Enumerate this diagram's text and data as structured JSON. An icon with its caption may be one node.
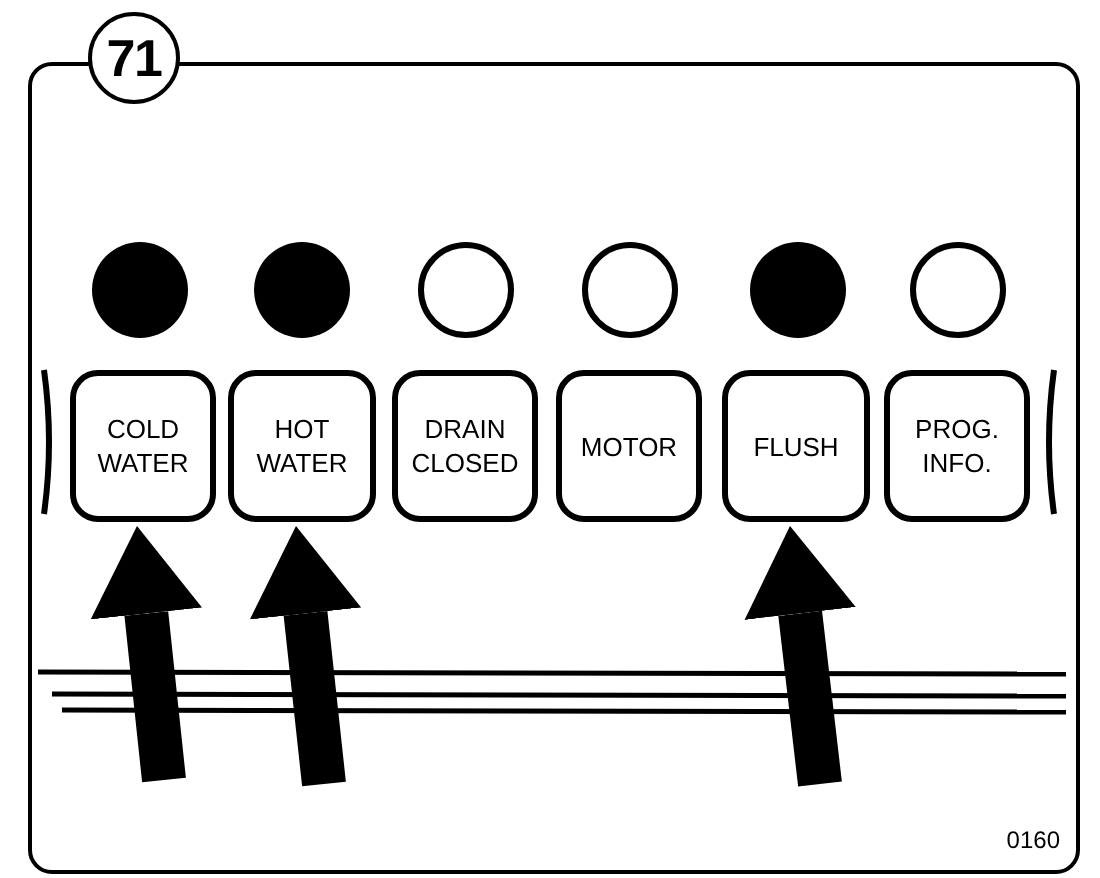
{
  "diagram": {
    "nodes": [
      {
        "text": [],
        "shape": "box"
      },
      {
        "text": [
          "71"
        ]
      },
      {
        "text": [],
        "shape": "dot",
        "in": 0
      },
      {
        "text": [],
        "shape": "dot",
        "in": 0
      },
      {
        "text": [],
        "shape": "circle",
        "in": 0
      },
      {
        "text": [],
        "shape": "circle",
        "in": 0
      },
      {
        "text": [],
        "shape": "dot",
        "in": 0
      },
      {
        "text": [],
        "shape": "circle",
        "in": 0
      },
      {
        "text": [
          "COLD WATER"
        ],
        "in": 0
      },
      {
        "text": [
          "HOT WATER"
        ],
        "in": 0
      },
      {
        "text": [
          "DRAIN CLOSED"
        ],
        "in": 0
      },
      {
        "text": [
          "MOTOR"
        ],
        "in": 0
      },
      {
        "text": [
          "FLUSH"
        ],
        "in": 0
      },
      {
        "text": [
          "PROG. INFO."
        ],
        "in": 0
      }
    ],
    "edges": [
      {
        "from": null,
        "to": 8,
        "arrow": "to"
      },
      {
        "from": null,
        "to": 9,
        "arrow": "to"
      },
      {
        "from": null,
        "to": 12,
        "arrow": "to"
      }
    ],
    "labels": [
      "0160"
    ]
  }
}
